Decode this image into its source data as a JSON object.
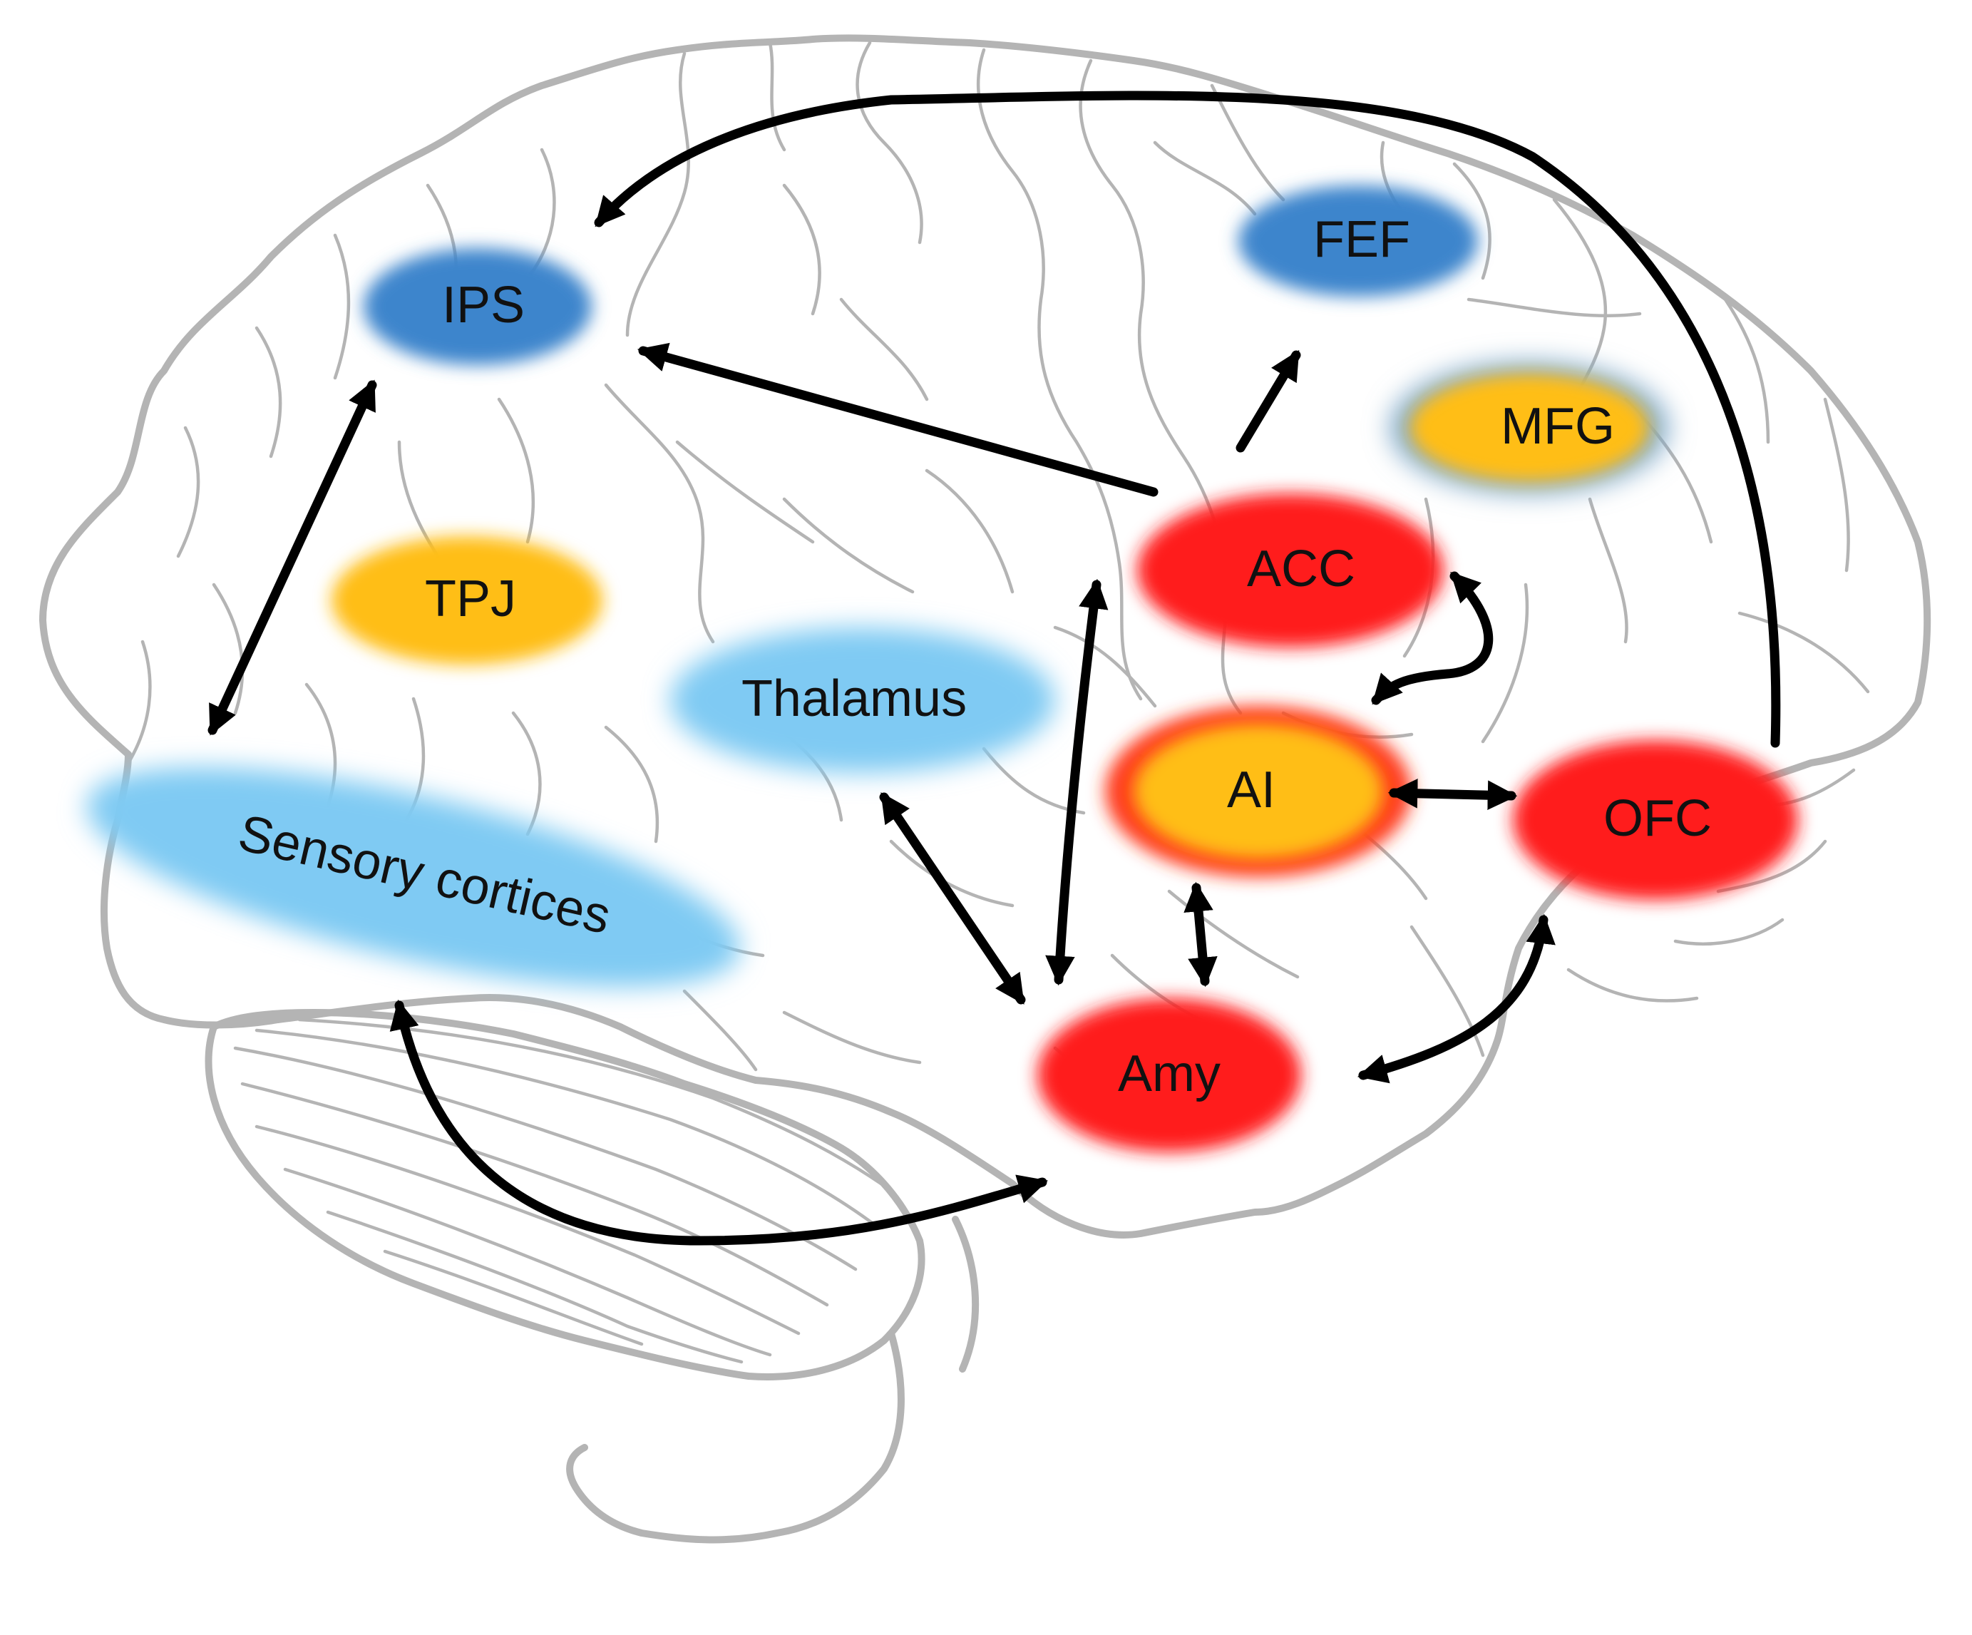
{
  "colors": {
    "blue": "#3d85cc",
    "light_blue": "#7fcaf3",
    "orange": "#ffbe14",
    "red": "#ff1a1a",
    "arrow": "#000000",
    "outline": "#b4b4b4"
  },
  "regions": {
    "ips": {
      "label": "IPS",
      "color": "blue"
    },
    "fef": {
      "label": "FEF",
      "color": "blue"
    },
    "mfg": {
      "label": "MFG",
      "color": "orange"
    },
    "tpj": {
      "label": "TPJ",
      "color": "orange"
    },
    "acc": {
      "label": "ACC",
      "color": "red"
    },
    "ai": {
      "label": "AI",
      "color": "orange"
    },
    "ofc": {
      "label": "OFC",
      "color": "red"
    },
    "amy": {
      "label": "Amy",
      "color": "red"
    },
    "thalamus": {
      "label": "Thalamus",
      "color": "light_blue"
    },
    "sensory": {
      "label": "Sensory cortices",
      "color": "light_blue"
    }
  },
  "connections": [
    {
      "from": "OFC",
      "to": "IPS",
      "direction": "one-way"
    },
    {
      "from": "ACC",
      "to": "IPS",
      "direction": "one-way"
    },
    {
      "from": "ACC",
      "to": "FEF",
      "direction": "one-way"
    },
    {
      "from": "IPS",
      "to": "Sensory cortices",
      "direction": "two-way"
    },
    {
      "from": "ACC",
      "to": "AI",
      "direction": "two-way"
    },
    {
      "from": "AI",
      "to": "OFC",
      "direction": "two-way"
    },
    {
      "from": "ACC",
      "to": "Amy",
      "direction": "two-way"
    },
    {
      "from": "AI",
      "to": "Amy",
      "direction": "two-way"
    },
    {
      "from": "Thalamus",
      "to": "Amy",
      "direction": "two-way"
    },
    {
      "from": "OFC",
      "to": "Amy",
      "direction": "two-way"
    },
    {
      "from": "Sensory cortices",
      "to": "Amy",
      "direction": "two-way"
    }
  ]
}
